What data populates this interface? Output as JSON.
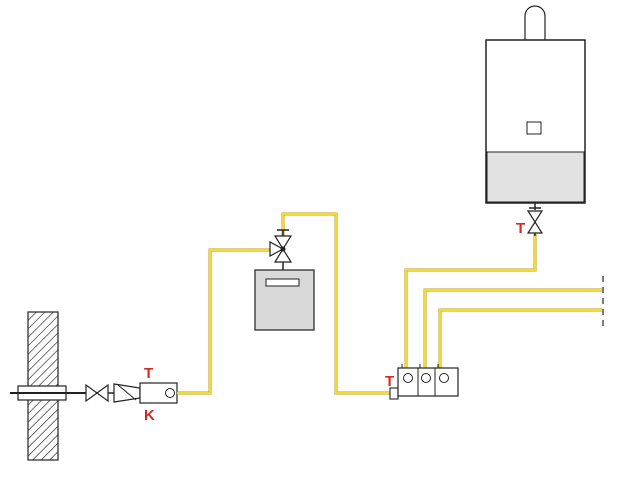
{
  "labels": {
    "meter_outlet_t": "T",
    "meter_inlet_k": "K",
    "manifold_t": "T",
    "boiler_t": "T"
  },
  "colors": {
    "pipe": "#f2d934",
    "pipe_edge": "#b8a21a",
    "label": "#d22a1e",
    "outline": "#222222",
    "device_fill": "#d9d9d9",
    "boiler_panel": "#e2e2e2"
  },
  "icons": [
    "wall-hatch-icon",
    "ball-valve-icon",
    "three-way-valve-icon",
    "gas-distributor-icon",
    "gas-boiler-icon"
  ]
}
